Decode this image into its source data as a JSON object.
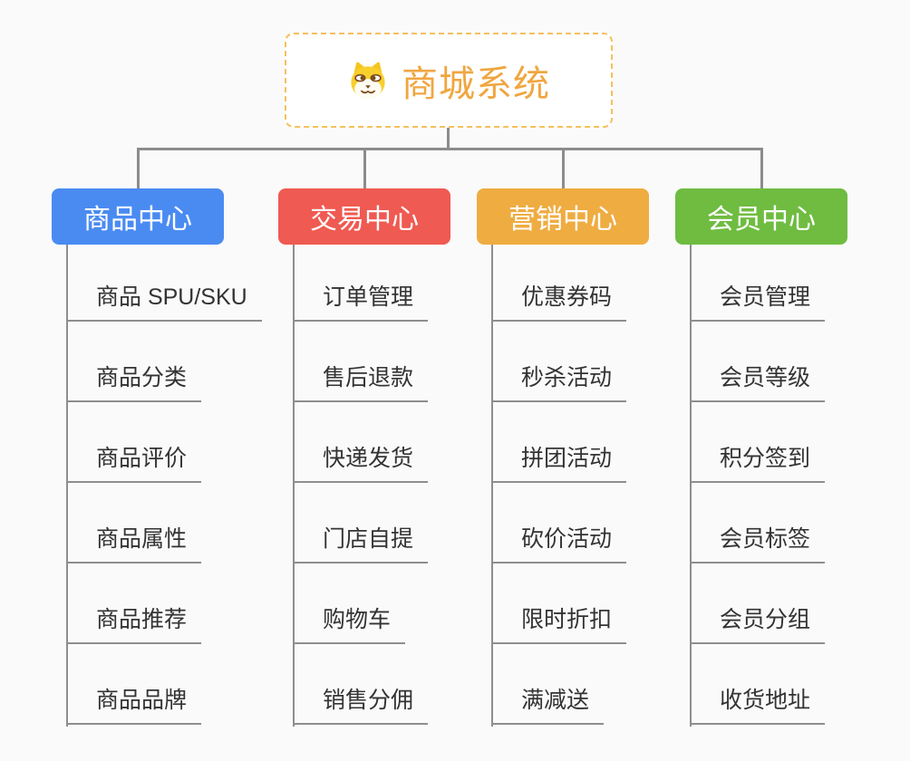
{
  "root": {
    "title": "商城系统",
    "icon": "dog-face-icon",
    "title_color": "#f0a640",
    "border_color": "#f5c05e"
  },
  "theme": {
    "background": "#fafafa",
    "connector_color": "#8c8c8c",
    "leaf_line_color": "#8e8e8e",
    "leaf_text_color": "#333333"
  },
  "branches": [
    {
      "label": "商品中心",
      "color": "#4a8bf2",
      "children": [
        "商品 SPU/SKU",
        "商品分类",
        "商品评价",
        "商品属性",
        "商品推荐",
        "商品品牌"
      ]
    },
    {
      "label": "交易中心",
      "color": "#ef5a52",
      "children": [
        "订单管理",
        "售后退款",
        "快递发货",
        "门店自提",
        "购物车",
        "销售分佣"
      ]
    },
    {
      "label": "营销中心",
      "color": "#efac41",
      "children": [
        "优惠券码",
        "秒杀活动",
        "拼团活动",
        "砍价活动",
        "限时折扣",
        "满减送"
      ]
    },
    {
      "label": "会员中心",
      "color": "#6fbc41",
      "children": [
        "会员管理",
        "会员等级",
        "积分签到",
        "会员标签",
        "会员分组",
        "收货地址"
      ]
    }
  ]
}
